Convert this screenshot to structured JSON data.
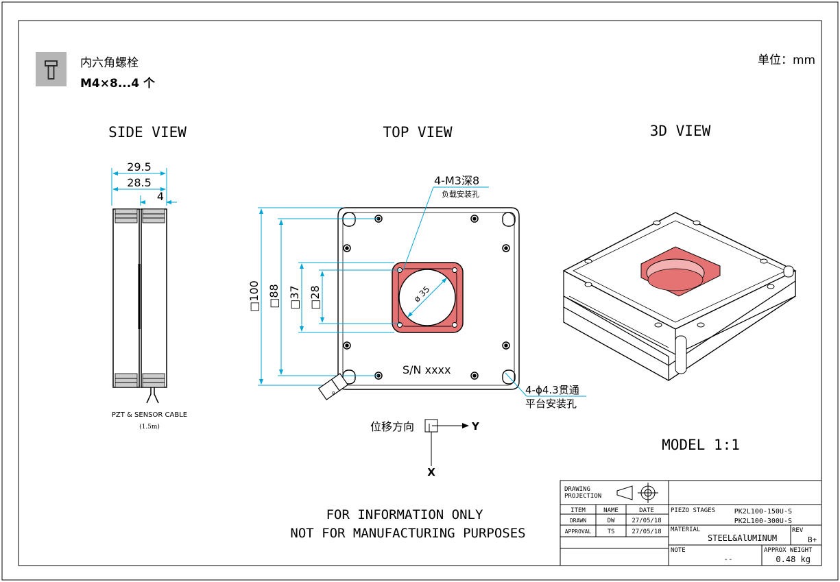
{
  "header": {
    "bolt_name": "内六角螺栓",
    "bolt_spec": "M4×8...4 个",
    "unit": "单位：mm"
  },
  "views": {
    "side_title": "SIDE VIEW",
    "top_title": "TOP VIEW",
    "iso_title": "3D VIEW",
    "model_scale": "MODEL 1:1"
  },
  "side_view": {
    "dim_total": "29.5",
    "dim_body": "28.5",
    "dim_gap": "4",
    "cable_label": "PZT & SENSOR CABLE",
    "cable_length": "(1.5m)"
  },
  "top_view": {
    "dim_outer": "□100",
    "dim_hole_pitch": "□88",
    "dim_aperture_outer": "□37",
    "dim_aperture_inner": "□28",
    "dim_bore": "ø 35",
    "callout_m3": "4-M3深8",
    "callout_m3_sub": "负载安装孔",
    "callout_through": "4-ϕ4.3贯通",
    "callout_through_sub": "平台安装孔",
    "serial": "S/N xxxx",
    "slot_label": "8"
  },
  "axes": {
    "label": "位移方向",
    "y": "Y",
    "x": "X"
  },
  "notes": {
    "line1": "FOR INFORMATION ONLY",
    "line2": "NOT FOR MANUFACTURING PURPOSES"
  },
  "title_block": {
    "projection_label_1": "DRAWING",
    "projection_label_2": "PROJECTION",
    "col_item": "ITEM",
    "col_name": "NAME",
    "col_date": "DATE",
    "drawn_label": "DRAWN",
    "drawn_name": "DW",
    "drawn_date": "27/05/18",
    "approval_label": "APPROVAL",
    "approval_name": "TS",
    "approval_date": "27/05/18",
    "product_label": "PIEZO STAGES",
    "model_1": "PK2L100-150U-S",
    "model_2": "PK2L100-300U-S",
    "material_label": "MATERIAL",
    "material": "STEEL&AlUMINUM",
    "rev_label": "REV",
    "rev": "B+",
    "note_label": "NOTE",
    "note": "--",
    "weight_label": "APPROX WEIGHT",
    "weight": "0.48 kg"
  },
  "colors": {
    "dimension": "#00a6d6",
    "aperture": "#e57373",
    "line": "#000000"
  }
}
